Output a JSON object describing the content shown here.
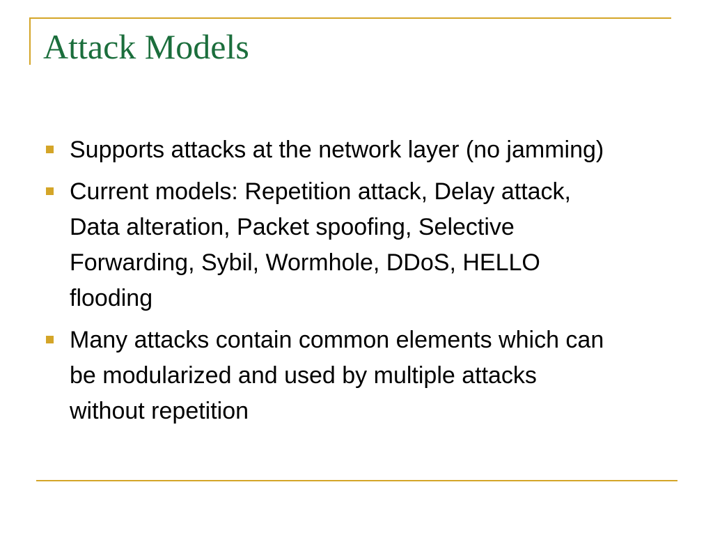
{
  "slide": {
    "title": "Attack Models",
    "accent_color": "#d4a528",
    "title_color": "#1b6e3c",
    "bullets": [
      "Supports attacks at the network layer (no jamming)",
      "Current models: Repetition attack, Delay attack, Data alteration, Packet spoofing, Selective Forwarding, Sybil, Wormhole, DDoS, HELLO flooding",
      "Many attacks contain common elements which can be modularized and used by multiple attacks without repetition"
    ]
  }
}
